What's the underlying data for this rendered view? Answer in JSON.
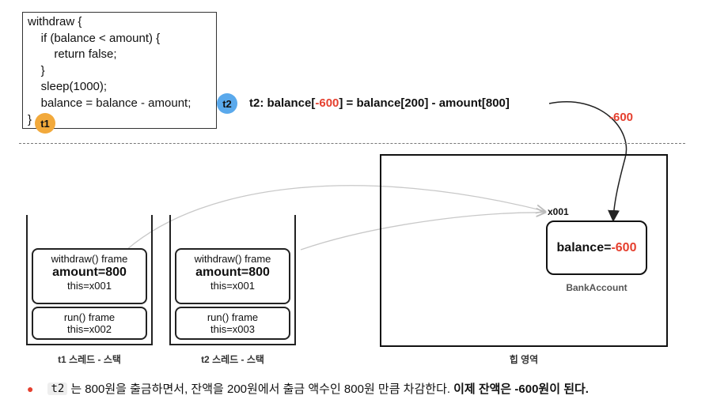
{
  "code": {
    "lines": [
      "withdraw {",
      "    if (balance < amount) {",
      "        return false;",
      "    }",
      "    sleep(1000);",
      "    balance = balance - amount;",
      "}"
    ]
  },
  "markers": {
    "t1": "t1",
    "t2": "t2"
  },
  "equation": {
    "prefix": "t2: balance[",
    "value": "-600",
    "suffix": "] = balance[200] - amount[800]"
  },
  "result_label": "-600",
  "stacks": [
    {
      "frame1": {
        "name": "withdraw() frame",
        "var": "amount=800",
        "ref": "this=x001"
      },
      "frame2": {
        "name": "run() frame",
        "ref": "this=x002"
      },
      "caption": "t1 스레드 - 스택"
    },
    {
      "frame1": {
        "name": "withdraw() frame",
        "var": "amount=800",
        "ref": "this=x001"
      },
      "frame2": {
        "name": "run() frame",
        "ref": "this=x003"
      },
      "caption": "t2 스레드 - 스택"
    }
  ],
  "heap": {
    "address": "x001",
    "object_label": "balance=",
    "object_value": "-600",
    "class_name": "BankAccount",
    "caption": "힙 영역"
  },
  "note": {
    "code": "t2",
    "text": "는 800원을 출금하면서, 잔액을 200원에서 출금 액수인 800원 만큼 차감한다.",
    "bold": "이제 잔액은 -600원이 된다."
  },
  "colors": {
    "accent_red": "#e5402f",
    "t1_marker": "#f2a93b",
    "t2_marker": "#5aa9ec"
  }
}
